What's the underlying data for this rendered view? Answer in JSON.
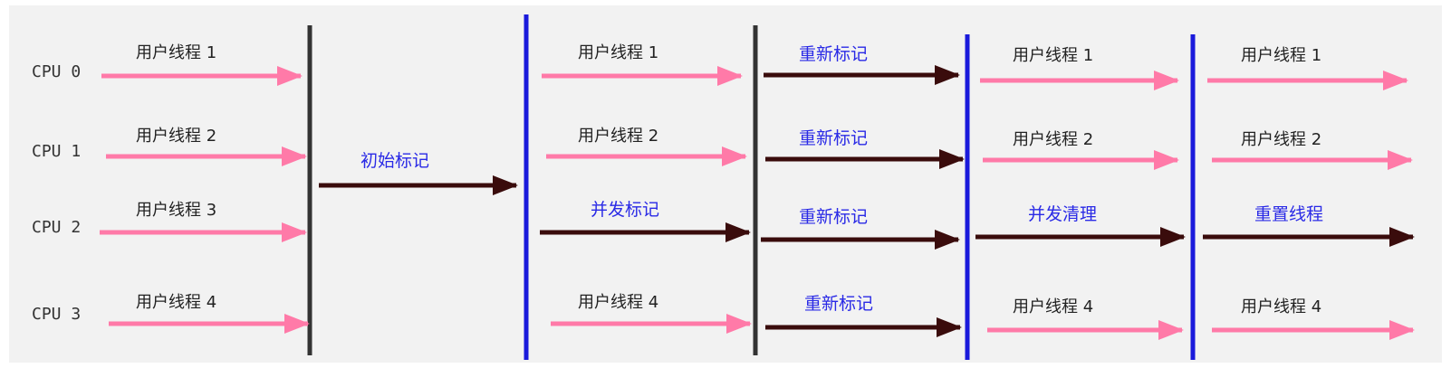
{
  "cpus": [
    "CPU 0",
    "CPU 1",
    "CPU 2",
    "CPU 3"
  ],
  "user_thread_labels": [
    "用户线程 1",
    "用户线程 2",
    "用户线程 3",
    "用户线程 4"
  ],
  "phases": {
    "initial_mark": "初始标记",
    "concurrent_mark": "并发标记",
    "remark": "重新标记",
    "concurrent_sweep": "并发清理",
    "reset_threads": "重置线程"
  },
  "colors": {
    "user_thread_arrow": "#ff7aa8",
    "gc_arrow": "#3a0c0c",
    "stw_bar": "#333333",
    "concurrent_bar": "#1a1adb",
    "phase_text": "#2a2ae6"
  }
}
